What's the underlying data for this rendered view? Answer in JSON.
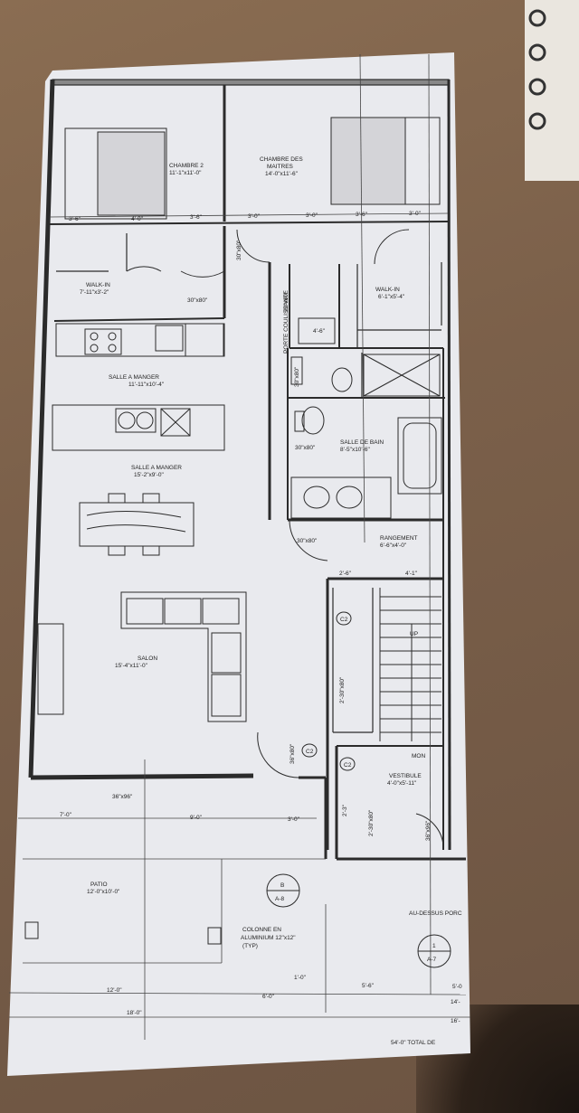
{
  "rooms": {
    "chambre2": {
      "name": "CHAMBRE 2",
      "dim": "11'-1\"x11'-0\""
    },
    "chambre_maitres": {
      "name1": "CHAMBRE DES",
      "name2": "MAITRES",
      "dim": "14'-0\"x11'-6\""
    },
    "walkin_left": {
      "name": "WALK-IN",
      "dim": "7'-11\"x3'-2\""
    },
    "walkin_right": {
      "name": "WALK-IN",
      "dim": "6'-1\"x5'-4\""
    },
    "cuisine": {
      "name": "SALLE A MANGER",
      "dim": "11'-11\"x10'-4\""
    },
    "salle_manger": {
      "name": "SALLE A MANGER",
      "dim": "15'-2\"x9'-0\""
    },
    "salle_bain": {
      "name": "SALLE DE BAIN",
      "dim": "8'-5\"x10'-6\""
    },
    "rangement": {
      "name": "RANGEMENT",
      "dim": "6'-6\"x4'-0\""
    },
    "salon": {
      "name": "SALON",
      "dim": "15'-4\"x11'-0\""
    },
    "vestibule": {
      "name": "VESTIBULE",
      "dim": "4'-0\"x5'-11\""
    },
    "patio": {
      "name": "PATIO",
      "dim": "12'-0\"x10'-0\""
    }
  },
  "doors": {
    "d1": "30\"x80\"",
    "d2": "30\"x80\"",
    "d3": "30\"x80\"",
    "d4": "30\"x80\"",
    "porte_coulissante": "PORTE COULISSANTE",
    "porte_dim": "32\"x80\"",
    "d5": "30\"x80\"",
    "d6": "36\"x80\"",
    "d7": "36\"x96\"",
    "d8": "36\"x96\"",
    "closet": "2'-30\"x80\"",
    "closet2": "2'-30\"x80\""
  },
  "dims": {
    "top1": "3'-6\"",
    "top2": "4'-0\"",
    "top3": "3'-6\"",
    "top4": "3'-0\"",
    "top5": "3'-0\"",
    "top6": "3'-6\"",
    "top7": "3'-0\"",
    "d_4_6": "4'-6\"",
    "d_2_6": "2'-6\"",
    "d_4_1": "4'-1\"",
    "d_2_3": "2'-3\"",
    "bottom_7": "7'-0\"",
    "bottom_9": "9'-0\"",
    "bottom_3": "3'-0\"",
    "b_12": "12'-0\"",
    "b_18": "18'-0\"",
    "b_6": "6'-0\"",
    "b_1": "1'-0\"",
    "b_5_6": "5'-6\"",
    "b_5": "5'-0",
    "b_14": "14'-",
    "b_16": "16'-",
    "total": "54'-0\" TOTAL DE"
  },
  "column": {
    "line1": "COLONNE EN",
    "line2": "ALUMINIUM 12\"x12\"",
    "line3": "(TYP)"
  },
  "audessus": "AU-DESSUS PORC",
  "callouts": {
    "c1": "C2",
    "c2": "C2",
    "c3": "C2",
    "sec_b": "B",
    "sec_b_ref": "A-8",
    "sec_1": "1",
    "sec_1_ref": "A-7"
  },
  "misc": {
    "up": "UP",
    "mon": "MON"
  }
}
